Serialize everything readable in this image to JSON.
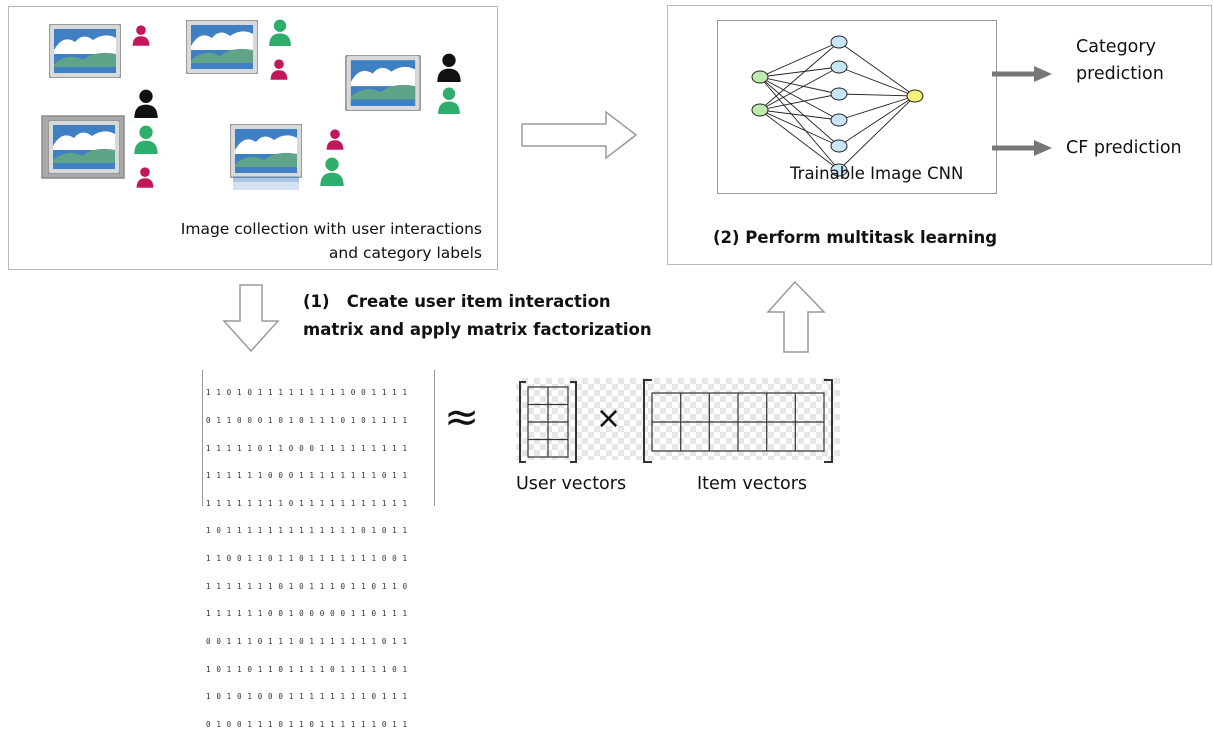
{
  "colors": {
    "accent_green": "#2fae6b",
    "accent_pink": "#c2185b",
    "user_black": "#111111",
    "node_green": "#bfeab0",
    "node_blue": "#c9e6f5",
    "node_yellow": "#f5f07a",
    "arrow_gray": "#777777",
    "border_gray": "#b8b8b8"
  },
  "collection": {
    "caption_line1": "Image collection with user interactions",
    "caption_line2": "and category labels",
    "icons": [
      "image-icon",
      "user-icon"
    ]
  },
  "step1": {
    "line1": "(1)   Create user item interaction",
    "line2": "matrix and apply matrix factorization"
  },
  "step2": {
    "label": "(2) Perform multitask learning",
    "cnn_label": "Trainable Image CNN"
  },
  "outputs": {
    "category_line1": "Category",
    "category_line2": "prediction",
    "cf": "CF prediction"
  },
  "factorization": {
    "approx_symbol": "≈",
    "times_symbol": "×",
    "user_vectors": "User vectors",
    "item_vectors": "Item vectors",
    "matrix_rows": [
      "1 1 0 1 0 1 1 1 1 1 1 1 1 1 0 0 1 1 1 1",
      "0 1 1 0 0 0 1 0 1 0 1 1 1 0 1 0 1 1 1 1",
      "1 1 1 1 1 0 1 1 0 0 0 1 1 1 1 1 1 1 1 1",
      "1 1 1 1 1 1 0 0 0 1 1 1 1 1 1 1 1 0 1 1",
      "1 1 1 1 1 1 1 1 0 1 1 1 1 1 1 1 1 1 1 1",
      "1 0 1 1 1 1 1 1 1 1 1 1 1 1 1 0 1 0 1 1",
      "1 1 0 0 1 1 0 1 1 0 1 1 1 1 1 1 1 0 0 1",
      "1 1 1 1 1 1 1 0 1 0 1 1 1 0 1 1 0 1 1 0",
      "1 1 1 1 1 1 0 0 1 0 0 0 0 0 1 1 0 1 1 1",
      "0 0 1 1 1 0 1 1 1 0 1 1 1 1 1 1 1 0 1 1",
      "1 0 1 1 0 1 1 0 1 1 1 1 0 1 1 1 1 1 0 1",
      "1 0 1 0 1 0 0 0 1 1 1 1 1 1 1 1 0 1 1 1",
      "0 1 0 0 1 1 1 0 1 1 0 1 1 1 1 1 1 0 1 1"
    ]
  }
}
